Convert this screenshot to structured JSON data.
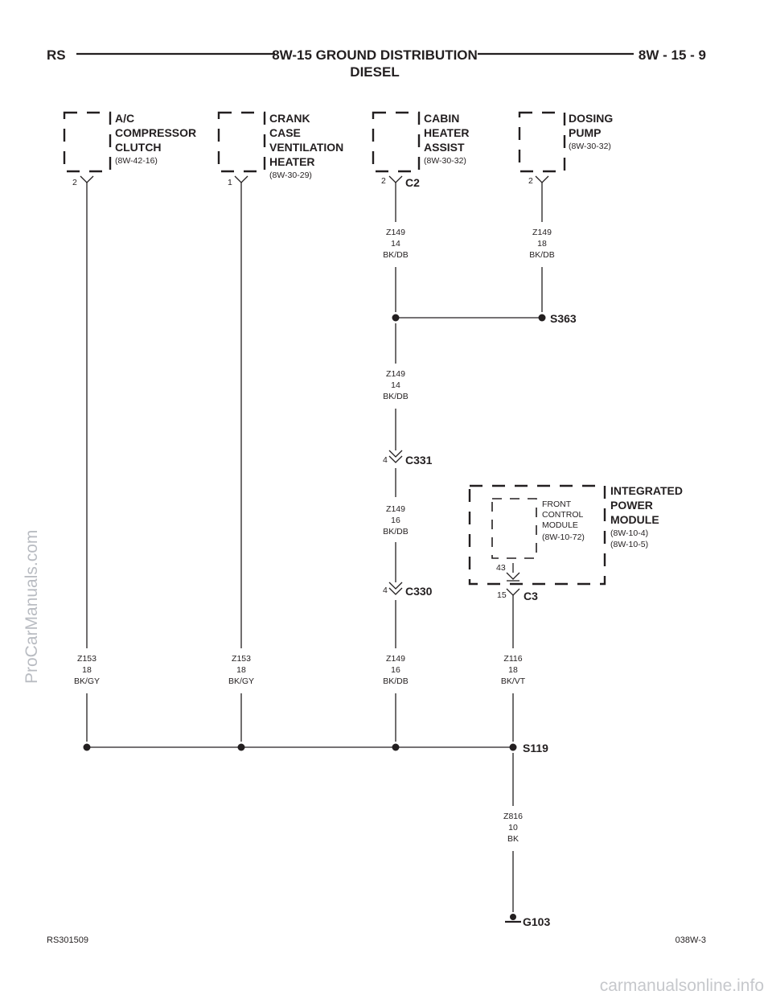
{
  "header": {
    "left": "RS",
    "title": "8W-15 GROUND DISTRIBUTION",
    "subtitle": "DIESEL",
    "right": "8W - 15 - 9"
  },
  "components": {
    "ac": {
      "lines": [
        "A/C",
        "COMPRESSOR",
        "CLUTCH"
      ],
      "ref": "(8W-42-16)",
      "pin": "2"
    },
    "crank": {
      "lines": [
        "CRANK",
        "CASE",
        "VENTILATION",
        "HEATER"
      ],
      "ref": "(8W-30-29)",
      "pin": "1"
    },
    "cabin": {
      "lines": [
        "CABIN",
        "HEATER",
        "ASSIST"
      ],
      "ref": "(8W-30-32)",
      "pin": "2",
      "connector": "C2"
    },
    "dosing": {
      "lines": [
        "DOSING",
        "PUMP"
      ],
      "ref": "(8W-30-32)",
      "pin": "2"
    },
    "ipm": {
      "lines": [
        "INTEGRATED",
        "POWER",
        "MODULE"
      ],
      "refs": [
        "(8W-10-4)",
        "(8W-10-5)"
      ],
      "inner": {
        "lines": [
          "FRONT",
          "CONTROL",
          "MODULE"
        ],
        "ref": "(8W-10-72)",
        "pin": "43"
      },
      "pin": "15",
      "connector": "C3"
    }
  },
  "wires": {
    "cabin_top": {
      "circuit": "Z149",
      "gauge": "14",
      "color": "BK/DB"
    },
    "dosing_top": {
      "circuit": "Z149",
      "gauge": "18",
      "color": "BK/DB"
    },
    "mid": {
      "circuit": "Z149",
      "gauge": "14",
      "color": "BK/DB"
    },
    "mid2": {
      "circuit": "Z149",
      "gauge": "16",
      "color": "BK/DB"
    },
    "c330_bottom": {
      "circuit": "Z149",
      "gauge": "16",
      "color": "BK/DB"
    },
    "ac_bottom": {
      "circuit": "Z153",
      "gauge": "18",
      "color": "BK/GY"
    },
    "crank_bottom": {
      "circuit": "Z153",
      "gauge": "18",
      "color": "BK/GY"
    },
    "ipm_bottom": {
      "circuit": "Z116",
      "gauge": "18",
      "color": "BK/VT"
    },
    "ground": {
      "circuit": "Z816",
      "gauge": "10",
      "color": "BK"
    }
  },
  "connectors": {
    "c331": {
      "name": "C331",
      "pin": "4"
    },
    "c330": {
      "name": "C330",
      "pin": "4"
    }
  },
  "splices": {
    "s363": "S363",
    "s119": "S119"
  },
  "ground": "G103",
  "footer": {
    "left": "RS301509",
    "right": "038W-3"
  },
  "watermarks": {
    "side": "ProCarManuals.com",
    "bottom": "carmanualsonline.info"
  }
}
